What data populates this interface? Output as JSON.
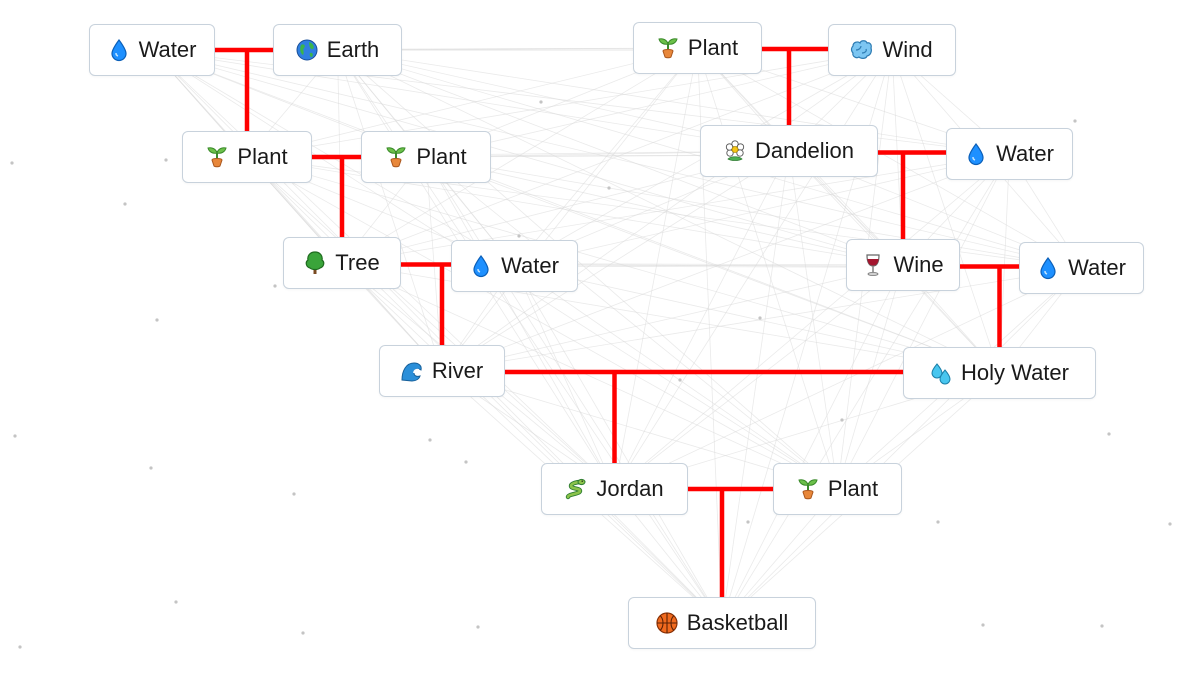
{
  "nodes": [
    {
      "id": "water1",
      "label": "Water",
      "icon": "droplet-icon"
    },
    {
      "id": "earth",
      "label": "Earth",
      "icon": "globe-icon"
    },
    {
      "id": "plant1",
      "label": "Plant",
      "icon": "seedling-icon"
    },
    {
      "id": "wind",
      "label": "Wind",
      "icon": "wind-icon"
    },
    {
      "id": "plant2",
      "label": "Plant",
      "icon": "seedling-icon"
    },
    {
      "id": "plant3",
      "label": "Plant",
      "icon": "seedling-icon"
    },
    {
      "id": "dandelion",
      "label": "Dandelion",
      "icon": "flower-icon"
    },
    {
      "id": "water2",
      "label": "Water",
      "icon": "droplet-icon"
    },
    {
      "id": "tree",
      "label": "Tree",
      "icon": "tree-icon"
    },
    {
      "id": "water3",
      "label": "Water",
      "icon": "droplet-icon"
    },
    {
      "id": "wine",
      "label": "Wine",
      "icon": "wine-glass-icon"
    },
    {
      "id": "water4",
      "label": "Water",
      "icon": "droplet-icon"
    },
    {
      "id": "river",
      "label": "River",
      "icon": "wave-icon"
    },
    {
      "id": "holywater",
      "label": "Holy Water",
      "icon": "holy-water-icon"
    },
    {
      "id": "jordan",
      "label": "Jordan",
      "icon": "snake-icon"
    },
    {
      "id": "plant4",
      "label": "Plant",
      "icon": "seedling-icon"
    },
    {
      "id": "basketball",
      "label": "Basketball",
      "icon": "basketball-icon"
    }
  ],
  "combinations": [
    {
      "inputs": [
        "water1",
        "earth"
      ],
      "result": "plant2"
    },
    {
      "inputs": [
        "plant1",
        "wind"
      ],
      "result": "dandelion"
    },
    {
      "inputs": [
        "plant2",
        "plant3"
      ],
      "result": "tree"
    },
    {
      "inputs": [
        "dandelion",
        "water2"
      ],
      "result": "wine"
    },
    {
      "inputs": [
        "tree",
        "water3"
      ],
      "result": "river"
    },
    {
      "inputs": [
        "wine",
        "water4"
      ],
      "result": "holywater"
    },
    {
      "inputs": [
        "river",
        "holywater"
      ],
      "result": "jordan"
    },
    {
      "inputs": [
        "jordan",
        "plant4"
      ],
      "result": "basketball"
    }
  ],
  "colors": {
    "combination_line": "#ff0000",
    "background_line": "#d9d9d9",
    "node_border": "#c8d2dc",
    "dot": "#c4c4c4"
  }
}
